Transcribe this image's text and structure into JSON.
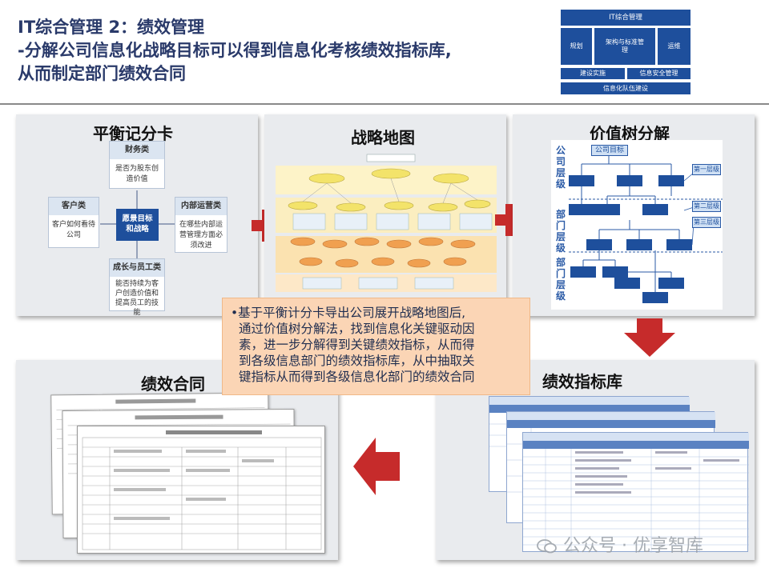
{
  "header": {
    "line1": "IT综合管理 2：绩效管理",
    "line2": "-分解公司信息化战略目标可以得到信息化考核绩效指标库,",
    "line3": "从而制定部门绩效合同"
  },
  "org_chart": {
    "top": "IT综合管理",
    "plan": "规划",
    "arch": "架构与标准管理",
    "ops": "运维",
    "build": "建设实施",
    "security": "信息安全管理",
    "team": "信息化队伍建设"
  },
  "panels": {
    "bsc": {
      "title": "平衡记分卡",
      "finance_head": "财务类",
      "finance_text": "是否为股东创造价值",
      "customer_head": "客户类",
      "customer_text": "客户如何看待公司",
      "center_text": "愿景目标和战略",
      "internal_head": "内部运营类",
      "internal_text": "在哪些内部运营管理方面必须改进",
      "growth_head": "成长与员工类",
      "growth_text": "能否持续为客户创造价值和提高员工的技能"
    },
    "strategy_map": {
      "title": "战略地图"
    },
    "value_tree": {
      "title": "价值树分解",
      "company_level": "公司层级",
      "dept_level_1": "部门层级",
      "dept_level_2": "部门层级",
      "company_goal": "公司目标",
      "tier1": "第一层级",
      "tier2": "第二层级",
      "tier3": "第三层级"
    },
    "contract": {
      "title": "绩效合同"
    },
    "kpi_library": {
      "title": "绩效指标库"
    }
  },
  "callout": {
    "bullet": "•",
    "line1": "基于平衡计分卡导出公司展开战略地图后,",
    "line2": "通过价值树分解法，找到信息化关键驱动因",
    "line3": "素，进一步分解得到关键绩效指标，从而得",
    "line4": "到各级信息部门的绩效指标库，从中抽取关",
    "line5": "键指标从而得到各级信息化部门的绩效合同"
  },
  "watermark": "公众号 · 优享智库",
  "colors": {
    "plus": "#c62b2b",
    "arrow": "#c62b2b",
    "org_blue": "#1e4f9c",
    "callout_bg": "#fbd5b5"
  }
}
